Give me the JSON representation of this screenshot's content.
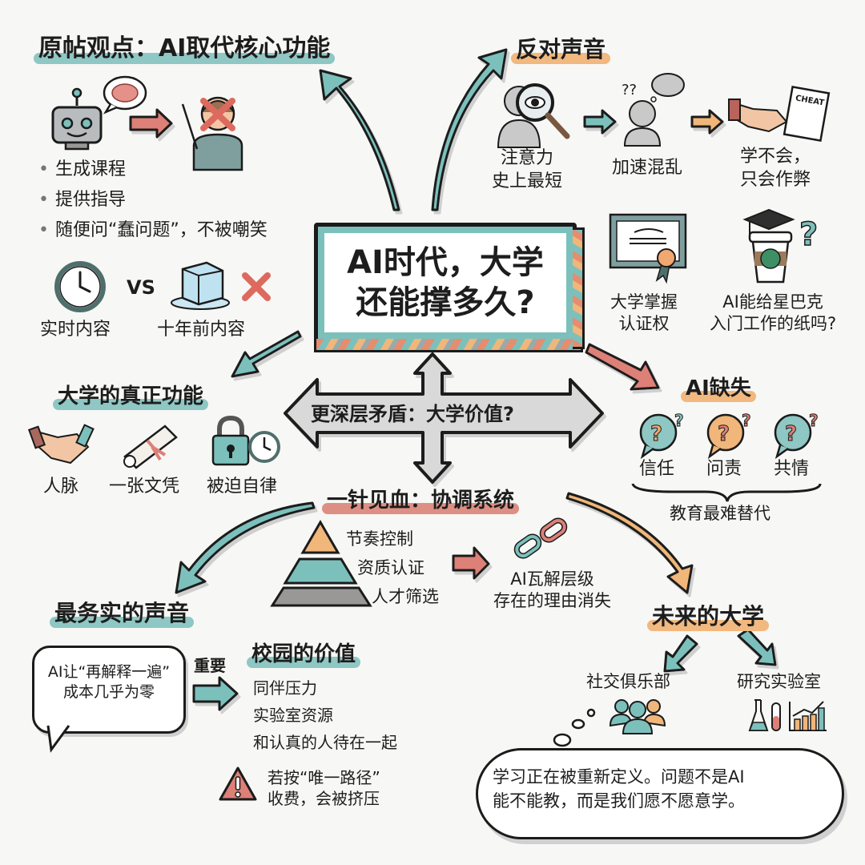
{
  "title": {
    "line1": "AI时代，大学",
    "line2": "还能撑多久?"
  },
  "colors": {
    "teal": "#7cc0bc",
    "orange": "#f0b67a",
    "red": "#dd8077",
    "gray": "#9a9896",
    "ink": "#1b1b1b"
  },
  "original_post": {
    "heading": "原帖观点：AI取代核心功能",
    "icons": [
      "robot-icon",
      "brain-icon",
      "arrow-right-icon",
      "teacher-crossed-icon"
    ],
    "bullets": [
      "生成课程",
      "提供指导",
      "随便问“蠢问题”，不被嘲笑"
    ],
    "comparison": {
      "left_label": "实时内容",
      "vs": "VS",
      "right_label": "十年前内容",
      "left_icon": "clock-icon",
      "right_icon": "melting-ice-icon",
      "mark": "x-icon"
    }
  },
  "opposition": {
    "heading": "反对声音",
    "steps": [
      {
        "label": "注意力\n史上最短",
        "icon": "magnifier-person-icon"
      },
      {
        "label": "加速混乱",
        "icon": "confused-person-icon"
      },
      {
        "label": "学不会，\n只会作弊",
        "icon": "cheat-handshake-icon"
      }
    ],
    "cheat_text": "CHEAT",
    "items": [
      {
        "label": "大学掌握\n认证权",
        "icon": "certificate-icon"
      },
      {
        "label": "AI能给星巴克\n入门工作的纸吗?",
        "icon": "coffee-cup-grad-cap-icon"
      }
    ]
  },
  "real_function": {
    "heading": "大学的真正功能",
    "items": [
      {
        "label": "人脉",
        "icon": "handshake-icon"
      },
      {
        "label": "一张文凭",
        "icon": "diploma-scroll-icon"
      },
      {
        "label": "被迫自律",
        "icon": "lock-clock-icon"
      }
    ]
  },
  "deeper": {
    "label": "更深层矛盾：大学价值?"
  },
  "ai_lacks": {
    "heading": "AI缺失",
    "items": [
      "信任",
      "问责",
      "共情"
    ],
    "summary": "教育最难替代"
  },
  "coordination": {
    "heading": "一针见血：协调系统",
    "pyramid": [
      "节奏控制",
      "资质认证",
      "人才筛选"
    ],
    "result": "AI瓦解层级\n存在的理由消失",
    "icon": "broken-chain-icon"
  },
  "pragmatic": {
    "heading": "最务实的声音",
    "speech": "AI让“再解释一遍”\n成本几乎为零",
    "important": "重要",
    "campus_heading": "校园的价值",
    "campus_items": [
      "同伴压力",
      "实验室资源",
      "和认真的人待在一起"
    ],
    "warning": "若按“唯一路径”\n收费，会被挤压"
  },
  "future": {
    "heading": "未来的大学",
    "branches": [
      {
        "label": "社交俱乐部",
        "icon": "people-group-icon"
      },
      {
        "label": "研究实验室",
        "icon": "lab-chart-icon"
      }
    ],
    "thought": "学习正在被重新定义。问题不是AI\n能不能教，而是我们愿不愿意学。"
  }
}
